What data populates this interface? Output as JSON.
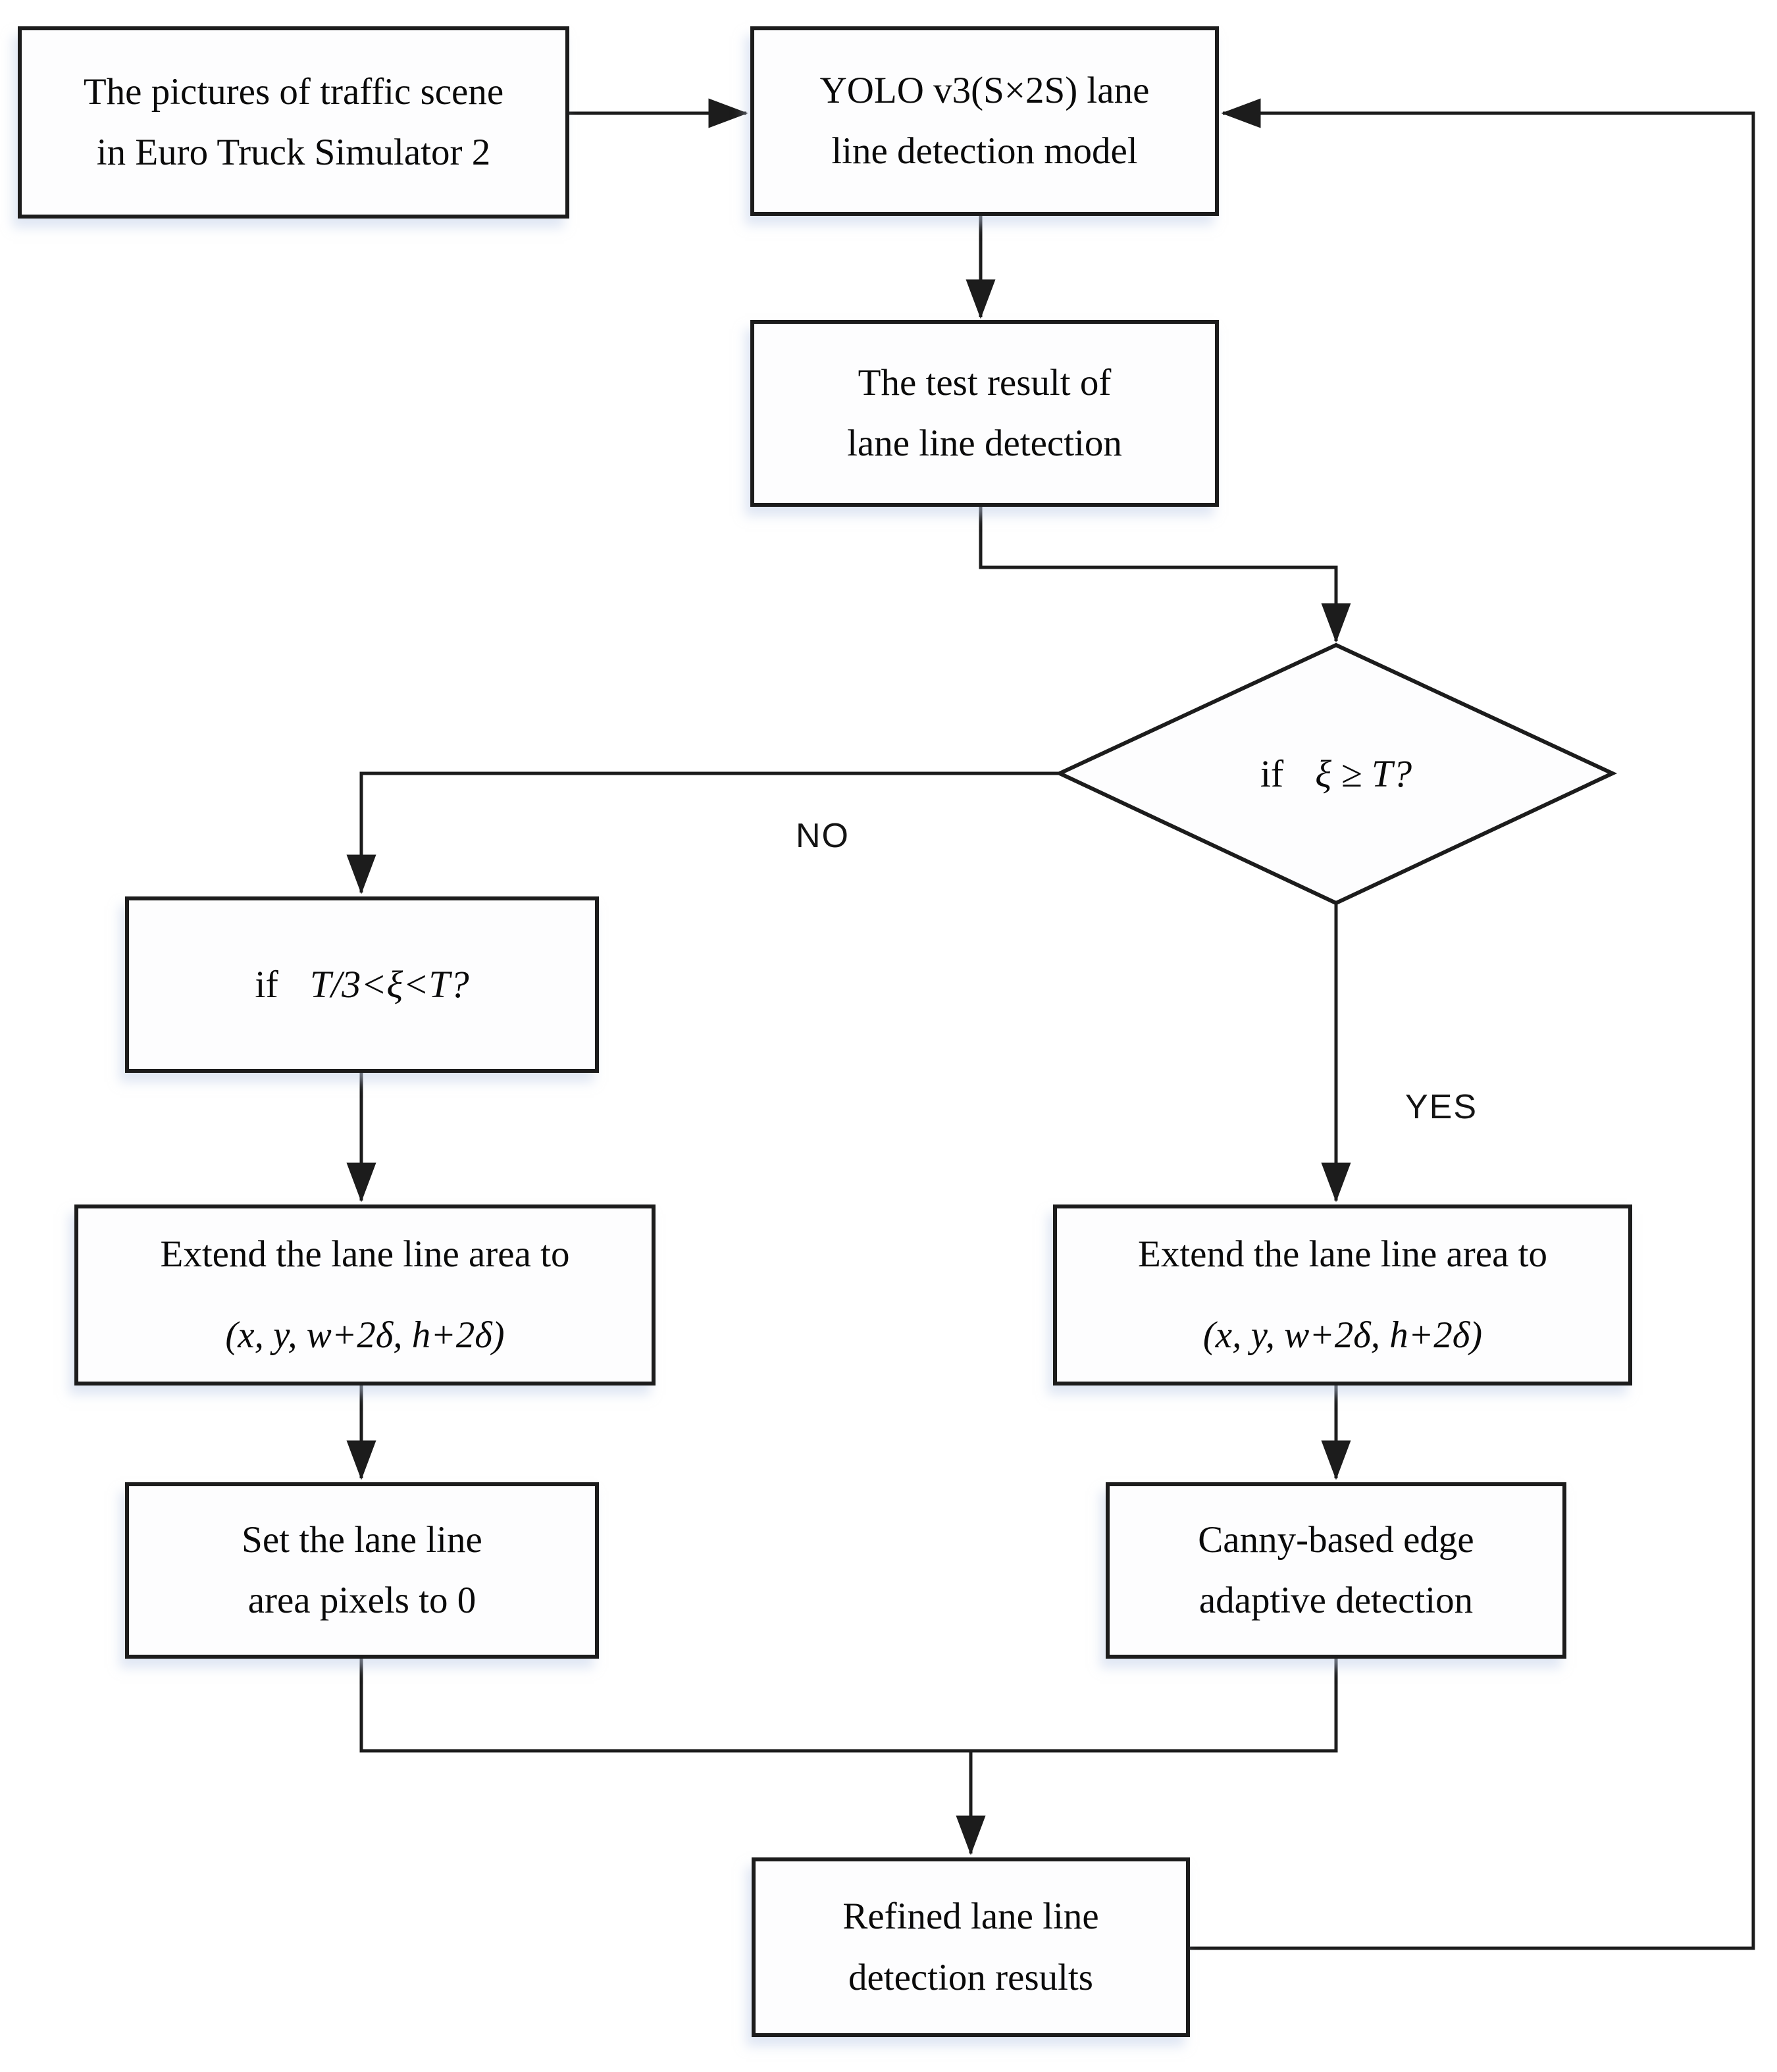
{
  "flowchart": {
    "background": "#ffffff",
    "stroke_color": "#1c1c1c",
    "text_color": "#0a0a0a",
    "shadow_color": "#c1d0ea",
    "nodes": {
      "pictures": {
        "lines": [
          "The pictures of traffic scene",
          "in Euro Truck Simulator 2"
        ]
      },
      "yolo": {
        "lines": [
          "YOLO v3(S×2S) lane",
          "line detection model"
        ]
      },
      "test_result": {
        "lines": [
          "The test result of",
          "lane line detection"
        ]
      },
      "decision": {
        "keyword": "if",
        "expr": "ξ ≥ T?"
      },
      "condition": {
        "keyword": "if",
        "expr": "T/3<ξ<T?"
      },
      "extend_left": {
        "line1": "Extend the lane line area to",
        "line2": "(x, y, w+2δ, h+2δ)"
      },
      "extend_right": {
        "line1": "Extend the lane line area to",
        "line2": "(x, y, w+2δ, h+2δ)"
      },
      "set_zero": {
        "lines": [
          "Set the lane line",
          "area pixels to 0"
        ]
      },
      "canny": {
        "lines": [
          "Canny-based edge",
          "adaptive detection"
        ]
      },
      "refined": {
        "lines": [
          "Refined lane line",
          "detection results"
        ]
      }
    },
    "edge_labels": {
      "no": "NO",
      "yes": "YES"
    }
  }
}
